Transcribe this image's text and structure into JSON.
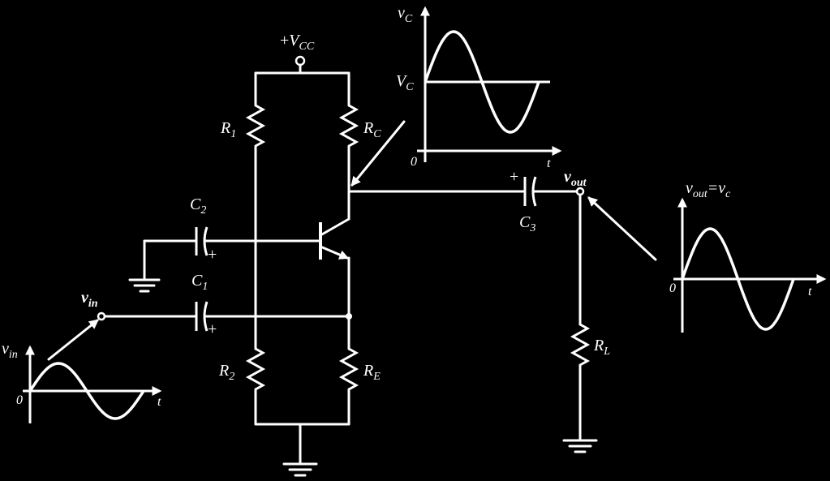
{
  "supply": {
    "sign": "+",
    "name": "V",
    "sub": "CC"
  },
  "components": {
    "r1": {
      "name": "R",
      "sub": "1"
    },
    "r2": {
      "name": "R",
      "sub": "2"
    },
    "rc": {
      "name": "R",
      "sub": "C"
    },
    "re": {
      "name": "R",
      "sub": "E"
    },
    "rl": {
      "name": "R",
      "sub": "L"
    },
    "c1": {
      "name": "C",
      "sub": "1",
      "plus": "+"
    },
    "c2": {
      "name": "C",
      "sub": "2",
      "plus": "+"
    },
    "c3": {
      "name": "C",
      "sub": "3",
      "plus": "+"
    }
  },
  "nodes": {
    "vin": {
      "name": "v",
      "sub": "in"
    },
    "vout": {
      "name": "v",
      "sub": "out"
    }
  },
  "graphs": {
    "input": {
      "ylabel": "v",
      "ylabel_sub": "in",
      "xlabel": "t",
      "origin": "0"
    },
    "collector": {
      "ylabel": "v",
      "ylabel_sub": "C",
      "level_label": "V",
      "level_sub": "C",
      "xlabel": "t",
      "origin": "0"
    },
    "output": {
      "ylabel": "v",
      "ylabel_sub": "out",
      "ylabel_rest": "=v",
      "ylabel_rest_sub": "c",
      "xlabel": "t",
      "origin": "0"
    }
  }
}
